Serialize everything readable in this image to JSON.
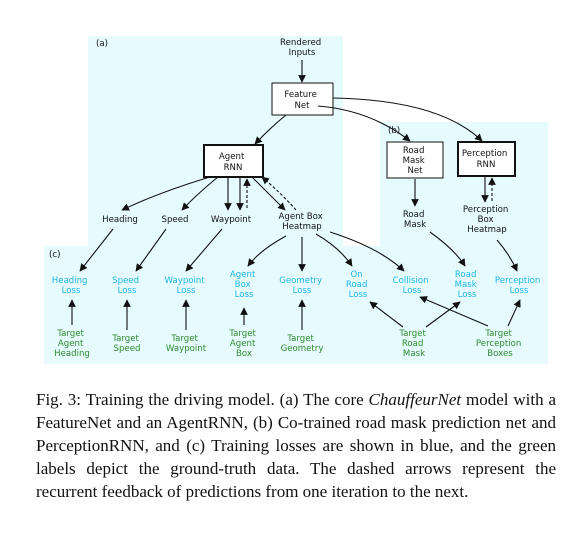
{
  "panels": {
    "a": "(a)",
    "b": "(b)",
    "c": "(c)"
  },
  "nodes": {
    "rendered_inputs": [
      "Rendered",
      "Inputs"
    ],
    "feature_net": [
      "Feature",
      "Net"
    ],
    "agent_rnn": [
      "Agent",
      "RNN"
    ],
    "road_mask_net": [
      "Road",
      "Mask",
      "Net"
    ],
    "perception_rnn": [
      "Perception",
      "RNN"
    ],
    "heading": [
      "Heading"
    ],
    "speed": [
      "Speed"
    ],
    "waypoint": [
      "Waypoint"
    ],
    "agent_box_heatmap": [
      "Agent Box",
      "Heatmap"
    ],
    "road_mask": [
      "Road",
      "Mask"
    ],
    "perception_box_heatmap": [
      "Perception",
      "Box",
      "Heatmap"
    ]
  },
  "losses": {
    "heading_loss": [
      "Heading",
      "Loss"
    ],
    "speed_loss": [
      "Speed",
      "Loss"
    ],
    "waypoint_loss": [
      "Waypoint",
      "Loss"
    ],
    "agent_box_loss": [
      "Agent",
      "Box",
      "Loss"
    ],
    "geometry_loss": [
      "Geometry",
      "Loss"
    ],
    "on_road_loss": [
      "On",
      "Road",
      "Loss"
    ],
    "collision_loss": [
      "Collision",
      "Loss"
    ],
    "road_mask_loss": [
      "Road",
      "Mask",
      "Loss"
    ],
    "perception_loss": [
      "Perception",
      "Loss"
    ]
  },
  "targets": {
    "target_agent_heading": [
      "Target",
      "Agent",
      "Heading"
    ],
    "target_speed": [
      "Target",
      "Speed"
    ],
    "target_waypoint": [
      "Target",
      "Waypoint"
    ],
    "target_agent_box": [
      "Target",
      "Agent",
      "Box"
    ],
    "target_geometry": [
      "Target",
      "Geometry"
    ],
    "target_road_mask": [
      "Target",
      "Road",
      "Mask"
    ],
    "target_perception_boxes": [
      "Target",
      "Perception",
      "Boxes"
    ]
  },
  "caption": {
    "label": "Fig. 3:",
    "part1": " Training the driving model. (a) The core ",
    "italic": "ChauffeurNet",
    "part2": " model with a FeatureNet and an AgentRNN, (b) Co-trained road mask prediction net and PerceptionRNN, and (c) Training losses are shown in blue, and the green labels depict the ground-truth data. The dashed arrows represent the recurrent feedback of predictions from one iteration to the next."
  },
  "colors": {
    "panel_bg": "#e6fbfd",
    "loss_text": "#1fb5e8",
    "target_text": "#2e8b2e",
    "node_text": "#111111"
  }
}
